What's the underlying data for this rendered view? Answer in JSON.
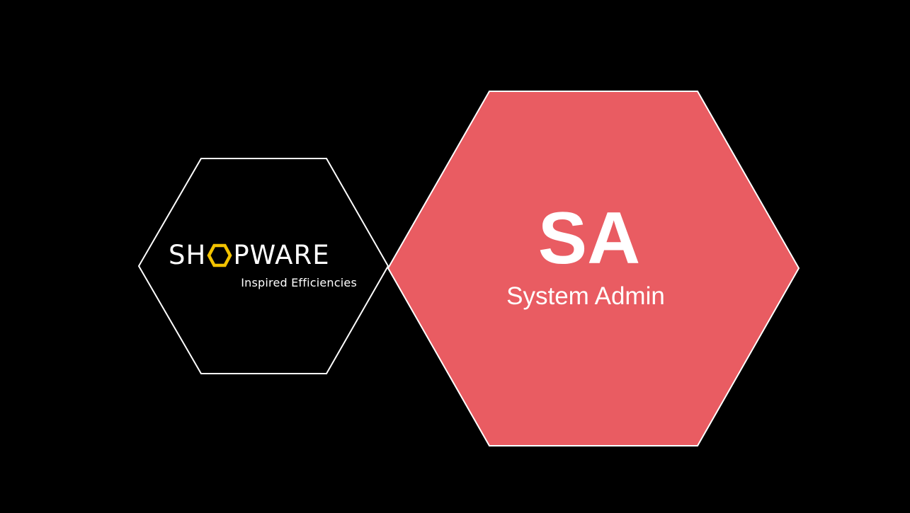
{
  "colors": {
    "background": "#000000",
    "outline": "#ffffff",
    "role_hex_fill": "#e95c62",
    "brand_accent": "#f2c200"
  },
  "brand": {
    "name_part1": "SH",
    "name_icon": "hexagon-o-icon",
    "name_part2": "PWARE",
    "full_name": "SHOPWARE",
    "tagline": "Inspired Efficiencies"
  },
  "role": {
    "initials": "SA",
    "label": "System Admin"
  }
}
